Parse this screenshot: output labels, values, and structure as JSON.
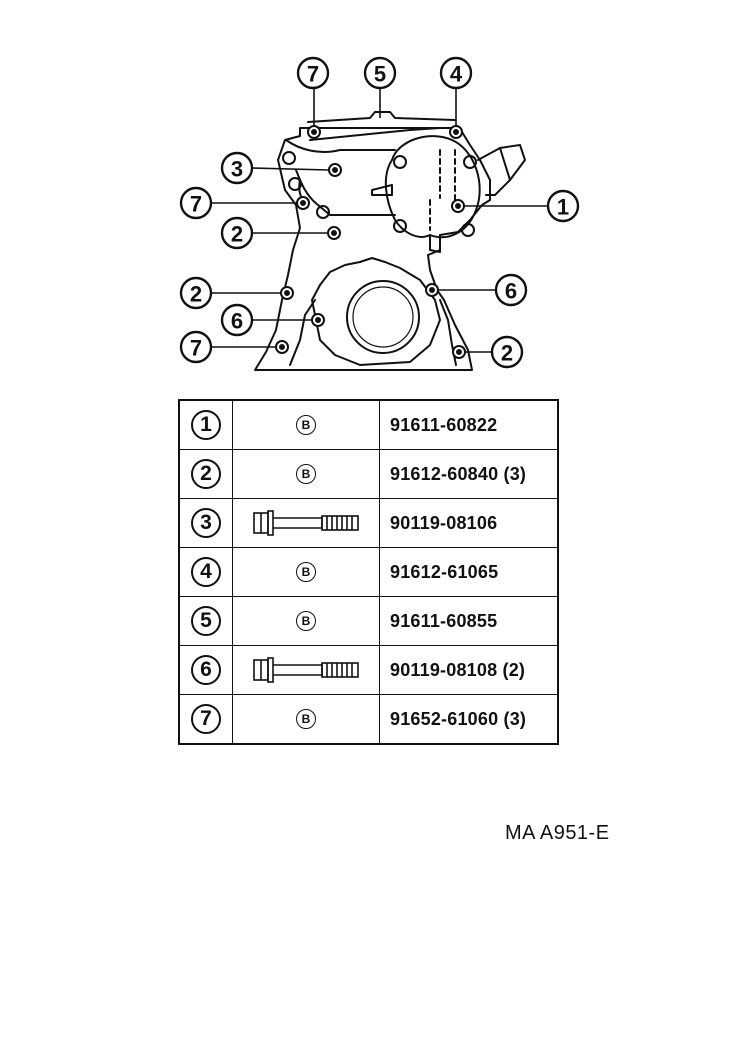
{
  "callouts": {
    "top_left": "7",
    "top_mid": "5",
    "top_right": "4",
    "left_3": "3",
    "left_7a": "7",
    "right_1": "1",
    "left_2a": "2",
    "left_2b": "2",
    "right_6": "6",
    "left_6": "6",
    "left_7b": "7",
    "right_2": "2"
  },
  "table": {
    "rows": [
      {
        "num": "1",
        "type": "B",
        "icon": "b-mark",
        "part": "91611-60822"
      },
      {
        "num": "2",
        "type": "B",
        "icon": "b-mark",
        "part": "91612-60840 (3)"
      },
      {
        "num": "3",
        "type": "",
        "icon": "bolt-icon",
        "part": "90119-08106"
      },
      {
        "num": "4",
        "type": "B",
        "icon": "b-mark",
        "part": "91612-61065"
      },
      {
        "num": "5",
        "type": "B",
        "icon": "b-mark",
        "part": "91611-60855"
      },
      {
        "num": "6",
        "type": "",
        "icon": "bolt-icon",
        "part": "90119-08108 (2)"
      },
      {
        "num": "7",
        "type": "B",
        "icon": "b-mark",
        "part": "91652-61060 (3)"
      }
    ]
  },
  "code": "MA  A951-E"
}
